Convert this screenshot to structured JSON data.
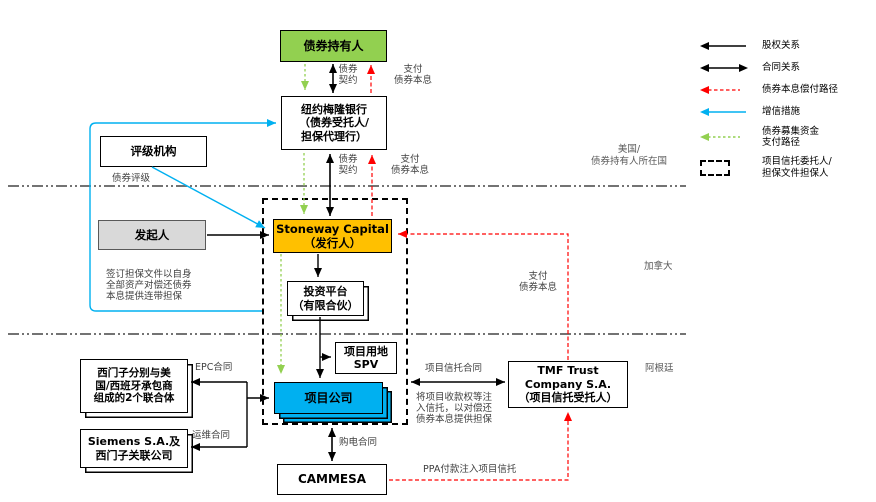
{
  "nodes": {
    "bondholders": {
      "label": "债券持有人",
      "fill": "#92D050"
    },
    "bank": {
      "label": "纽约梅隆银行\n（债券受托人/\n担保代理行）",
      "fill": "#FFFFFF"
    },
    "rating_agency": {
      "label": "评级机构",
      "fill": "#FFFFFF"
    },
    "sponsor": {
      "label": "发起人",
      "fill": "#D9D9D9"
    },
    "stoneway": {
      "label": "Stoneway Capital\n（发行人）",
      "fill": "#FFC000"
    },
    "investment_platform": {
      "label": "投资平台\n（有限合伙）",
      "fill": "#FFFFFF"
    },
    "land_spv": {
      "label": "项目用地\nSPV",
      "fill": "#FFFFFF"
    },
    "project_company": {
      "label": "项目公司",
      "fill": "#00B0F0"
    },
    "cammesa": {
      "label": "CAMMESA",
      "fill": "#FFFFFF"
    },
    "contractors": {
      "label": "西门子分别与美\n国/西班牙承包商\n组成的2个联合体",
      "fill": "#FFFFFF"
    },
    "siemens": {
      "label": "Siemens S.A.及\n西门子关联公司",
      "fill": "#FFFFFF"
    },
    "tmf": {
      "label": "TMF Trust\nCompany S.A.\n（项目信托受托人）",
      "fill": "#FFFFFF"
    }
  },
  "edge_labels": {
    "bond_indenture_top": "债券\n契约",
    "pay_debt_top": "支付\n债券本息",
    "bond_indenture_mid": "债券\n契约",
    "pay_debt_mid": "支付\n债券本息",
    "bond_rating": "债券评级",
    "sponsor_guarantee": "签订担保文件以自身\n全部资产对偿还债券\n本息提供连带担保",
    "epc_contract": "EPC合同",
    "om_contract": "运维合同",
    "power_purchase": "购电合同",
    "trust_contract": "项目信托合同",
    "trust_injection": "将项目收款权等注\n入信托，以对偿还\n债券本息提供担保",
    "ppa_payment": "PPA付款注入项目信托",
    "pay_debt_right": "支付\n债券本息"
  },
  "regions": {
    "us": "美国/\n债券持有人所在国",
    "canada": "加拿大",
    "argentina": "阿根廷"
  },
  "legend": {
    "items": [
      {
        "id": "equity",
        "label": "股权关系",
        "color": "#000000"
      },
      {
        "id": "contract",
        "label": "合同关系",
        "color": "#000000"
      },
      {
        "id": "debt_service_path",
        "label": "债券本息偿付路径",
        "color": "#FF0000"
      },
      {
        "id": "credit_enhancement",
        "label": "增信措施",
        "color": "#00B0F0"
      },
      {
        "id": "bond_proceeds_path",
        "label": "债券募集资金\n支付路径",
        "color": "#92D050"
      },
      {
        "id": "trust_trustor_guarantor",
        "label": "项目信托委托人/\n担保文件担保人",
        "color": "#000000"
      }
    ]
  },
  "colors": {
    "green": "#92D050",
    "orange": "#FFC000",
    "blue": "#00B0F0",
    "gray": "#D9D9D9",
    "red": "#FF0000",
    "divider": "#737373"
  }
}
